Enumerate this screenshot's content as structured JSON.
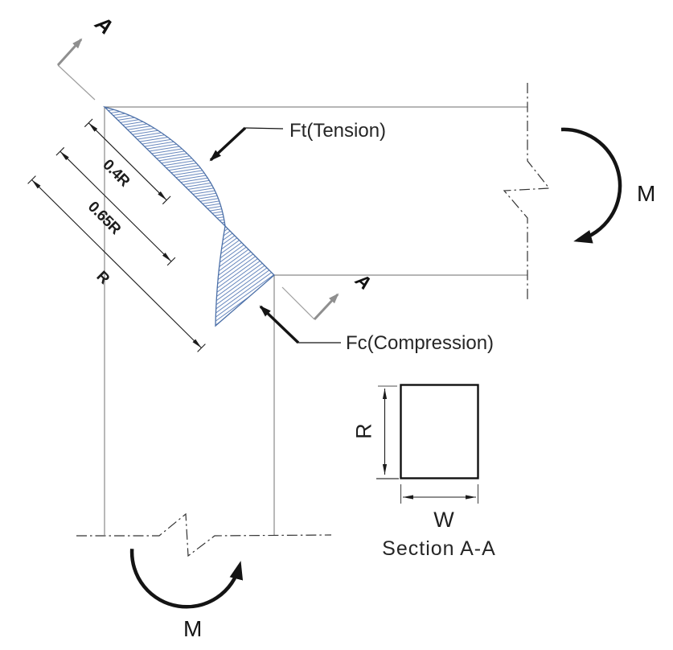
{
  "labels": {
    "section_arrow_top": "A",
    "section_arrow_inner": "A",
    "tension": "Ft(Tension)",
    "compression": "Fc(Compression)",
    "moment_right": "M",
    "moment_bottom": "M"
  },
  "dimensions": {
    "tension_peak_depth": "0.4R",
    "neutral_axis_depth": "0.65R",
    "full_depth": "R"
  },
  "section_view": {
    "caption": "Section A-A",
    "height_label": "R",
    "width_label": "W"
  },
  "colors": {
    "hatch_blue": "#6787bd",
    "outline_blue": "#4c70a8",
    "frame_gray": "#8a8a8a",
    "marker_gray": "#8f8f8f",
    "break_line": "#333333",
    "ink": "#1f1f1f"
  }
}
